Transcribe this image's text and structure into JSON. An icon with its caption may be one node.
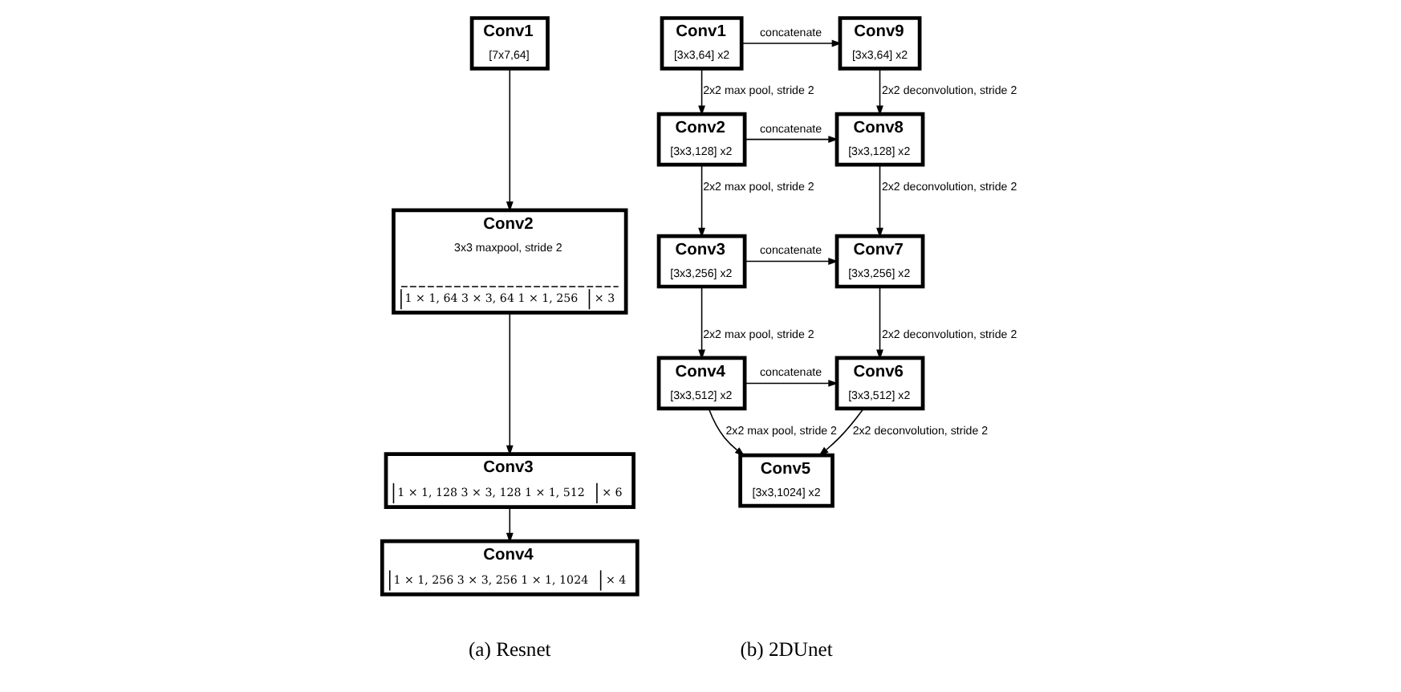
{
  "diagram": {
    "nodes": [
      {
        "text": [
          "Conv1",
          "[7x7,64]"
        ]
      },
      {
        "text": [
          "Conv2",
          "3x3 maxpool, stride 2",
          "1 × 1, 64 3 × 3, 64 1 × 1, 256",
          "× 3"
        ]
      },
      {
        "text": [
          "Conv3",
          "1 × 1, 128 3 × 3, 128 1 × 1, 512",
          "× 6"
        ]
      },
      {
        "text": [
          "Conv4",
          "1 × 1, 256 3 × 3, 256 1 × 1, 1024",
          "× 4"
        ]
      },
      {
        "text": [
          "Conv1",
          "[3x3,64] x2"
        ]
      },
      {
        "text": [
          "Conv2",
          "[3x3,128] x2"
        ]
      },
      {
        "text": [
          "Conv3",
          "[3x3,256] x2"
        ]
      },
      {
        "text": [
          "Conv4",
          "[3x3,512] x2"
        ]
      },
      {
        "text": [
          "Conv5",
          "[3x3,1024] x2"
        ]
      },
      {
        "text": [
          "Conv6",
          "[3x3,512] x2"
        ]
      },
      {
        "text": [
          "Conv7",
          "[3x3,256] x2"
        ]
      },
      {
        "text": [
          "Conv8",
          "[3x3,128] x2"
        ]
      },
      {
        "text": [
          "Conv9",
          "[3x3,64] x2"
        ]
      }
    ],
    "edges": [
      {
        "from": 0,
        "to": 1,
        "arrow": "to"
      },
      {
        "from": 1,
        "to": 2,
        "arrow": "to"
      },
      {
        "from": 2,
        "to": 3,
        "arrow": "to"
      },
      {
        "from": 4,
        "to": 12,
        "arrow": "to",
        "label": "concatenate"
      },
      {
        "from": 4,
        "to": 5,
        "arrow": "to",
        "label": "2x2 max pool, stride 2"
      },
      {
        "from": 12,
        "to": 11,
        "arrow": "to",
        "label": "2x2 deconvolution, stride 2"
      },
      {
        "from": 5,
        "to": 11,
        "arrow": "to",
        "label": "concatenate"
      },
      {
        "from": 5,
        "to": 6,
        "arrow": "to",
        "label": "2x2 max pool, stride 2"
      },
      {
        "from": 11,
        "to": 10,
        "arrow": "to",
        "label": "2x2 deconvolution, stride 2"
      },
      {
        "from": 6,
        "to": 10,
        "arrow": "to",
        "label": "concatenate"
      },
      {
        "from": 6,
        "to": 7,
        "arrow": "to",
        "label": "2x2 max pool, stride 2"
      },
      {
        "from": 10,
        "to": 9,
        "arrow": "to",
        "label": "2x2 deconvolution, stride 2"
      },
      {
        "from": 7,
        "to": 9,
        "arrow": "to",
        "label": "concatenate"
      },
      {
        "from": 7,
        "to": 8,
        "arrow": "to",
        "label": "2x2 max pool, stride 2"
      },
      {
        "from": 9,
        "to": 8,
        "arrow": "to",
        "label": "2x2 deconvolution, stride 2"
      }
    ],
    "labels": [
      "(a) Resnet",
      "(b) 2DUnet"
    ]
  }
}
